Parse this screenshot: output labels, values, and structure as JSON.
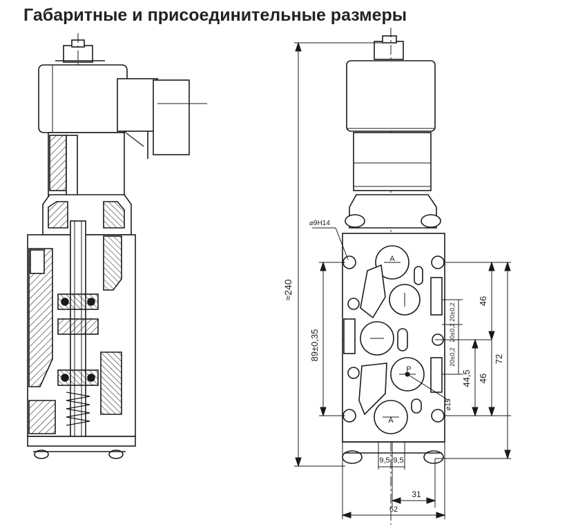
{
  "title": "Габаритные и присоединительные размеры",
  "colors": {
    "line": "#1a1a1a",
    "hatch": "#333333",
    "background": "#ffffff"
  },
  "labels": {
    "port_top": "A",
    "port_bottom": "A",
    "port_mid": "P"
  },
  "dimensions": {
    "hole_fit": "⌀9H14",
    "overall_height": "≈240",
    "hole_spacing_v": "89±0,35",
    "d46_upper": "46",
    "d72": "72",
    "d46_lower": "46",
    "d44_5": "44,5",
    "d20_a": "20±0,2",
    "d20_b": "20±0,2",
    "d20_c": "20±0,2",
    "port_diam": "⌀15",
    "d9_5_a": "9,5",
    "d9_5_b": "9,5",
    "d31": "31",
    "d62": "62"
  }
}
